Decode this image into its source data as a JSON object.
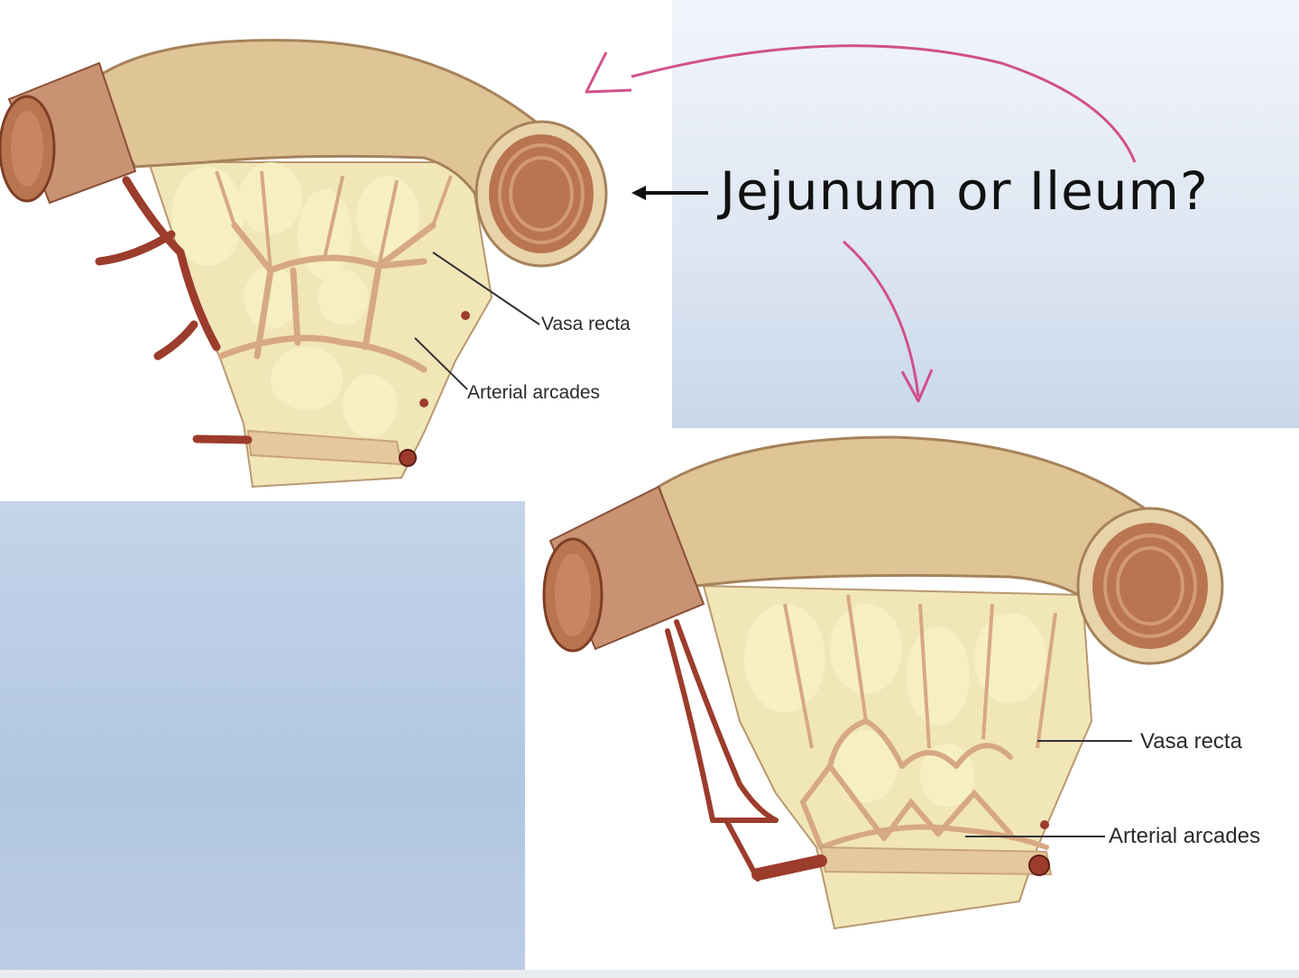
{
  "question": "Jejunum or Ileum?",
  "figures": [
    {
      "vasa_recta_label": "Vasa recta",
      "arterial_arcades_label": "Arterial arcades"
    },
    {
      "vasa_recta_label": "Vasa recta",
      "arterial_arcades_label": "Arterial arcades"
    }
  ],
  "colors": {
    "bowel": "#d9bd8e",
    "bowel_dark": "#b8915c",
    "lumen": "#b8754f",
    "mesentery": "#f1e6b8",
    "fat": "#f4ebbf",
    "vessel": "#d6a883",
    "artery": "#9c3c2c",
    "annotation_arrow": "#d1508a",
    "pointer_arrow": "#111111"
  }
}
